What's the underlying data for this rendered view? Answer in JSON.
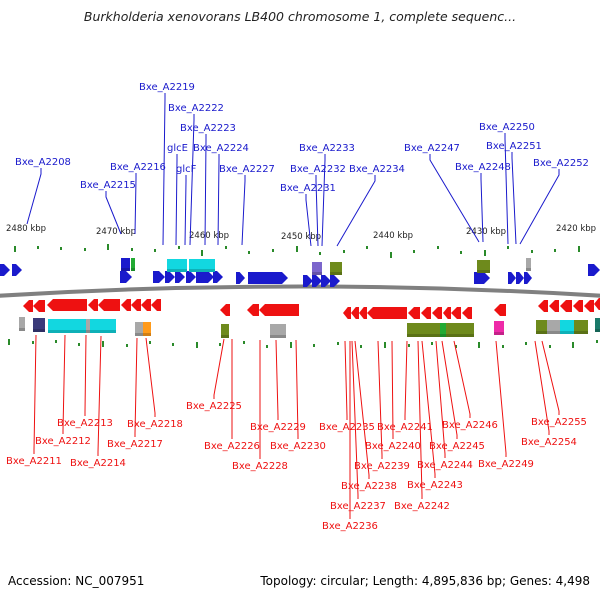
{
  "title": "Burkholderia xenovorans LB400 chromosome 1, complete sequenc...",
  "footer": {
    "accession": "Accession: NC_007951",
    "summary": "Topology: circular; Length: 4,895,836 bp; Genes: 4,498"
  },
  "colors": {
    "forward": "#1a1acc",
    "reverse": "#ee1111",
    "backbone": "#808080",
    "tick": "#2a8a2a",
    "cyan": "#12d7e0",
    "olive": "#6e8a1c",
    "navy": "#3a3a7a",
    "gray": "#a8a8a8",
    "violet": "#7c66cc",
    "orange": "#ff9a1a",
    "magenta": "#ee2aa8",
    "green": "#22aa33",
    "teal": "#1a7a6a"
  },
  "scale_labels": [
    "2480 kbp",
    "2470 kbp",
    "2460 kbp",
    "2450 kbp",
    "2440 kbp",
    "2430 kbp",
    "2420 kbp"
  ],
  "top_labels": [
    "Bxe_A2208",
    "Bxe_A2215",
    "Bxe_A2216",
    "Bxe_A2219",
    "Bxe_A2222",
    "Bxe_A2223",
    "glcE",
    "glcF",
    "Bxe_A2224",
    "Bxe_A2227",
    "Bxe_A2231",
    "Bxe_A2232",
    "Bxe_A2233",
    "Bxe_A2234",
    "Bxe_A2247",
    "Bxe_A2248",
    "Bxe_A2250",
    "Bxe_A2251",
    "Bxe_A2252"
  ],
  "bottom_labels": [
    "Bxe_A2211",
    "Bxe_A2212",
    "Bxe_A2213",
    "Bxe_A2214",
    "Bxe_A2217",
    "Bxe_A2218",
    "Bxe_A2225",
    "Bxe_A2226",
    "Bxe_A2228",
    "Bxe_A2229",
    "Bxe_A2230",
    "Bxe_A2235",
    "Bxe_A2236",
    "Bxe_A2237",
    "Bxe_A2238",
    "Bxe_A2239",
    "Bxe_A2240",
    "Bxe_A2241",
    "Bxe_A2242",
    "Bxe_A2243",
    "Bxe_A2244",
    "Bxe_A2245",
    "Bxe_A2246",
    "Bxe_A2249",
    "Bxe_A2254",
    "Bxe_A2255"
  ]
}
